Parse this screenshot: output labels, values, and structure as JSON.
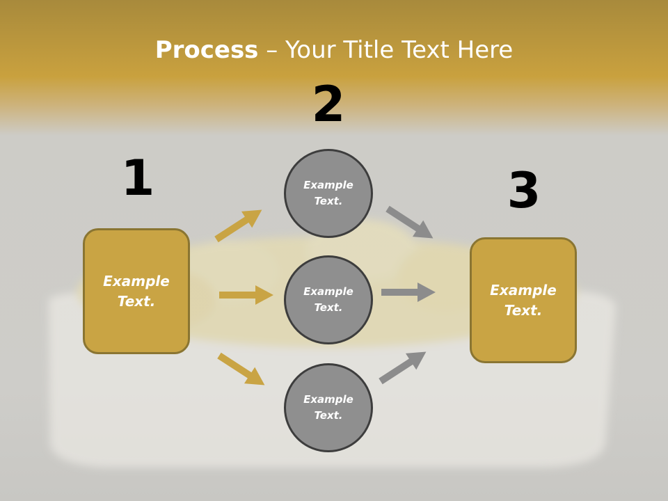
{
  "title": {
    "bold": "Process",
    "rest": " – Your Title Text Here"
  },
  "steps": [
    {
      "number": "1",
      "text": "Example\nText."
    },
    {
      "number": "2"
    },
    {
      "number": "3",
      "text": "Example\nText."
    }
  ],
  "circles": [
    {
      "text": "Example\nText."
    },
    {
      "text": "Example\nText."
    },
    {
      "text": "Example\nText."
    }
  ],
  "colors": {
    "gold": "#c9a444",
    "gold_border": "#8a7532",
    "circle_fill": "#8f8f8f",
    "circle_border": "#3d3d3d",
    "gray_arrow": "#8c8c8c"
  },
  "background_image": "faded dish of pasta shells with dill"
}
